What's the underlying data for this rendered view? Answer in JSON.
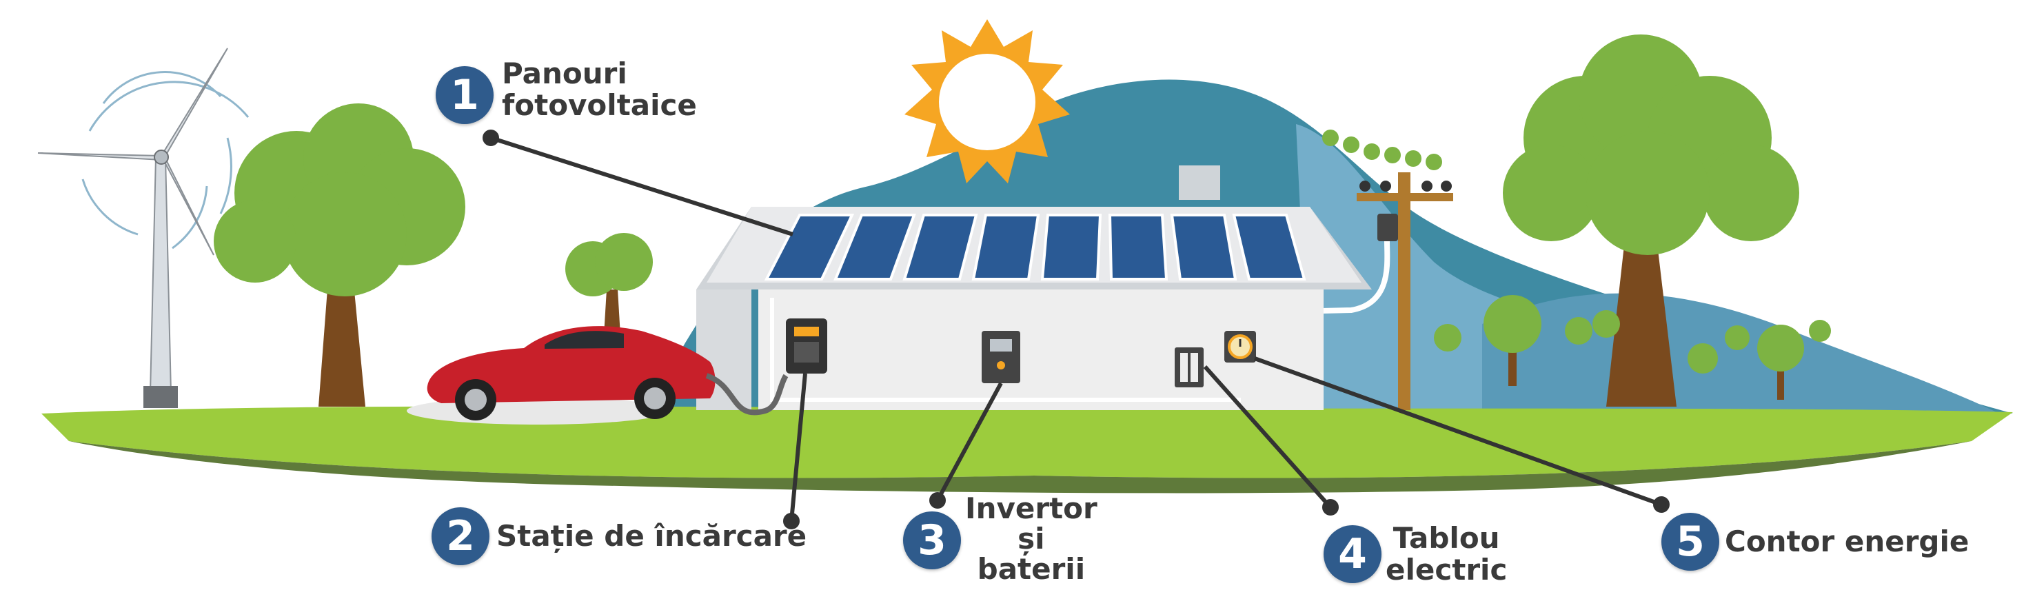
{
  "callouts": [
    {
      "number": "1",
      "label": "Panouri\nfotovoltaice"
    },
    {
      "number": "2",
      "label": "Stație de încărcare"
    },
    {
      "number": "3",
      "label": "Invertor\nși\nbaterii"
    },
    {
      "number": "4",
      "label": "Tablou\nelectric"
    },
    {
      "number": "5",
      "label": "Contor energie"
    }
  ],
  "colors": {
    "badge": "#2f5b8c",
    "label_text": "#3a3a3a",
    "grass": "#9ccc3d",
    "hill": "#3f8ba3",
    "sun": "#f6a623",
    "panel": "#2a5a95",
    "house": "#eeeeee",
    "car": "#c8202a",
    "tree": "#7db343",
    "trunk": "#7a4a1e"
  },
  "icons": [
    "wind-turbine-icon",
    "sun-icon",
    "house-icon",
    "solar-panels-icon",
    "electric-car-icon",
    "charging-station-icon",
    "inverter-icon",
    "electrical-panel-icon",
    "energy-meter-icon",
    "utility-pole-icon",
    "tree-icon"
  ]
}
